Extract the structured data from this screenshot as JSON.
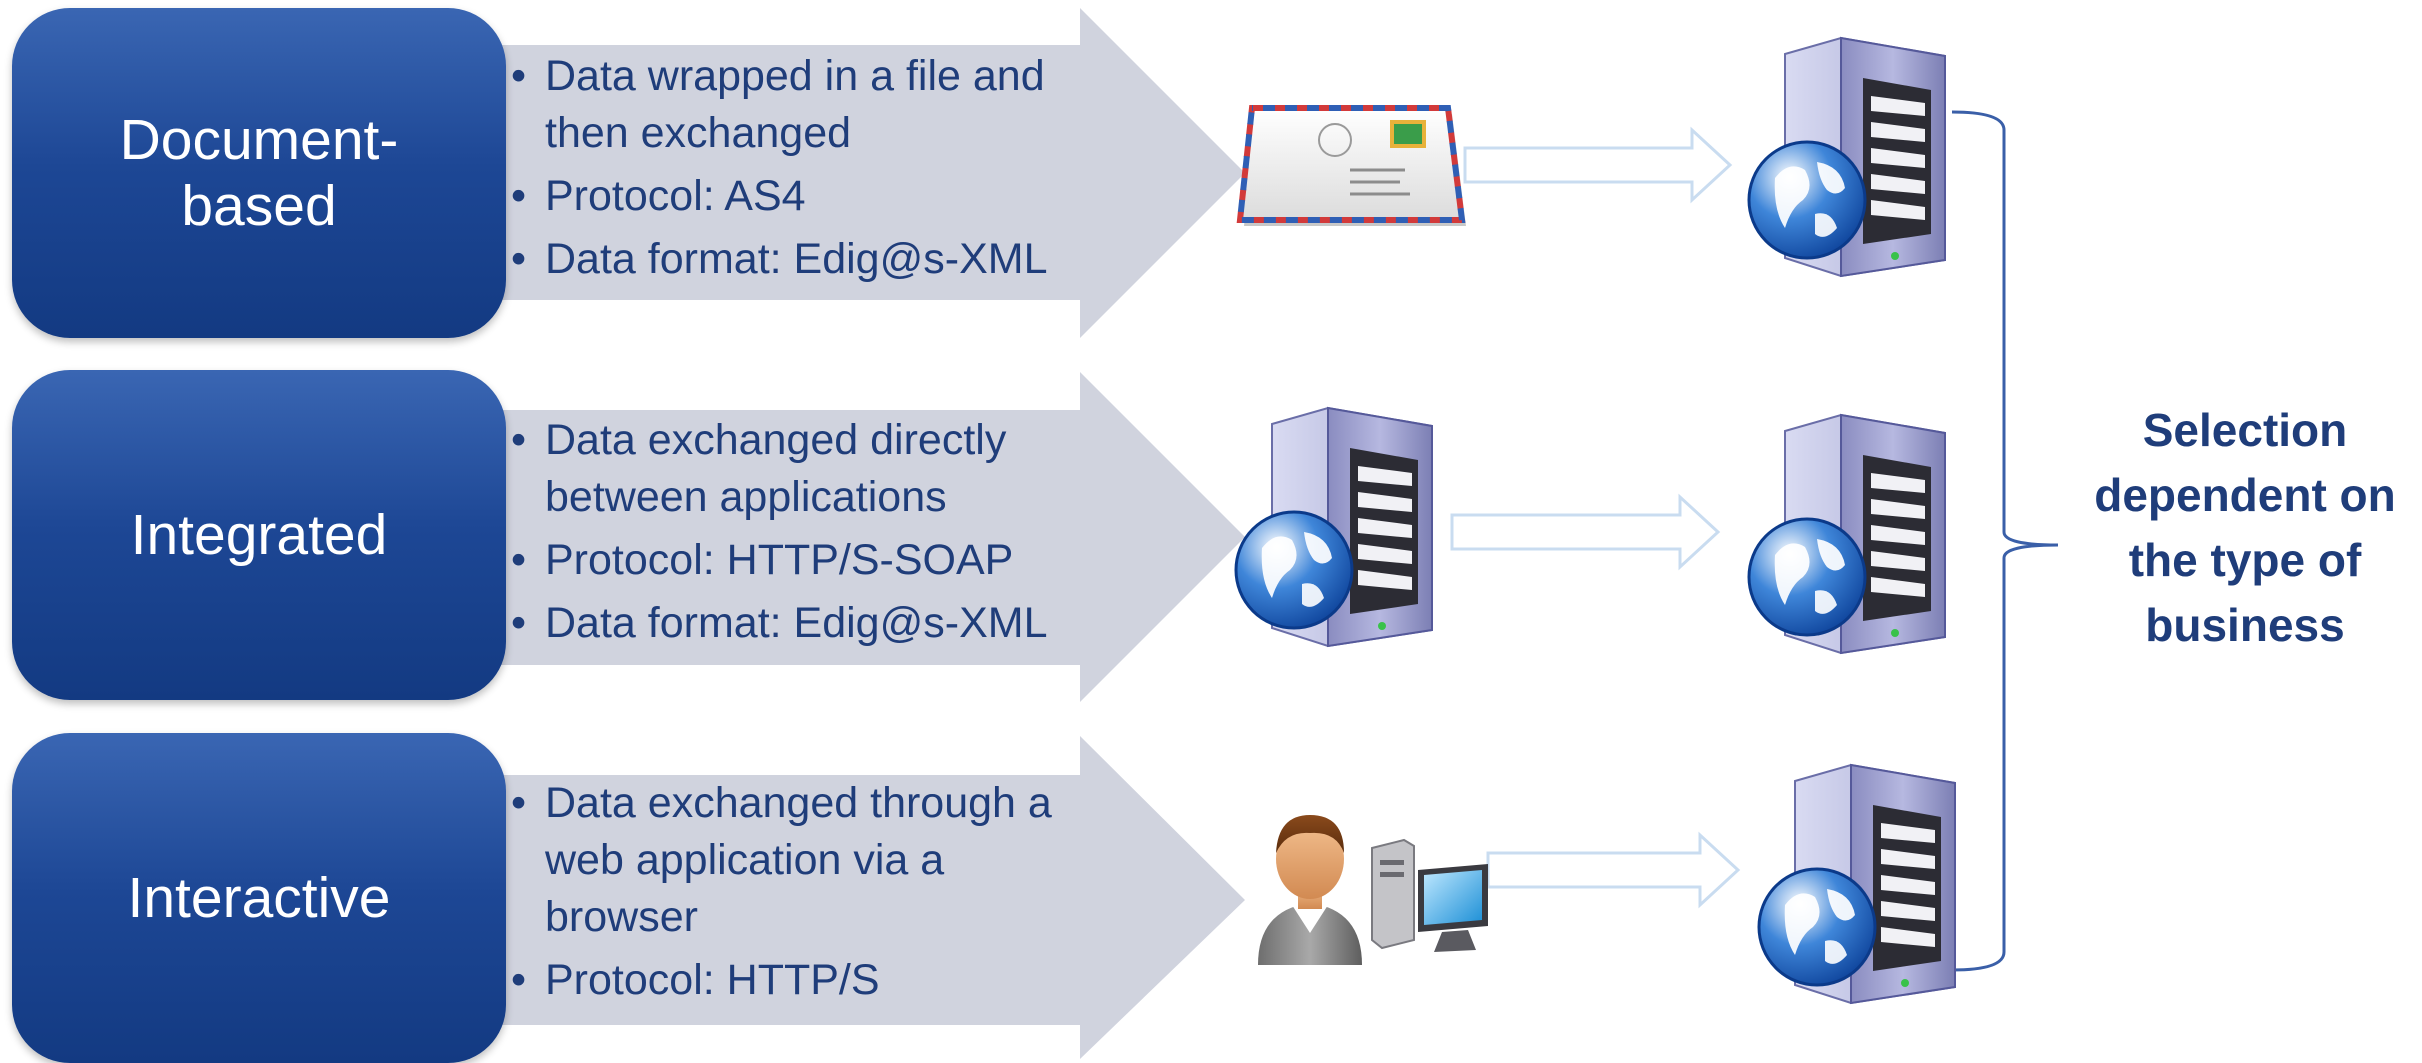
{
  "rows": [
    {
      "title": "Document-based",
      "bullets": [
        "Data wrapped in a file and then exchanged",
        "Protocol: AS4",
        "Data format: Edig@s-XML"
      ],
      "source_icon": "envelope-icon",
      "target_icon": "web-server-icon"
    },
    {
      "title": "Integrated",
      "bullets": [
        "Data exchanged directly between applications",
        "Protocol: HTTP/S-SOAP",
        "Data format: Edig@s-XML"
      ],
      "source_icon": "web-server-icon",
      "target_icon": "web-server-icon"
    },
    {
      "title": "Interactive",
      "bullets": [
        "Data exchanged through a web application via a browser",
        "Protocol: HTTP/S"
      ],
      "source_icon": "user-computer-icon",
      "target_icon": "web-server-icon"
    }
  ],
  "selection_label": "Selection dependent on the type of business",
  "colors": {
    "box_blue": "#1d4795",
    "arrow_grey": "#d0d3de",
    "text_blue": "#1f3d7a"
  }
}
